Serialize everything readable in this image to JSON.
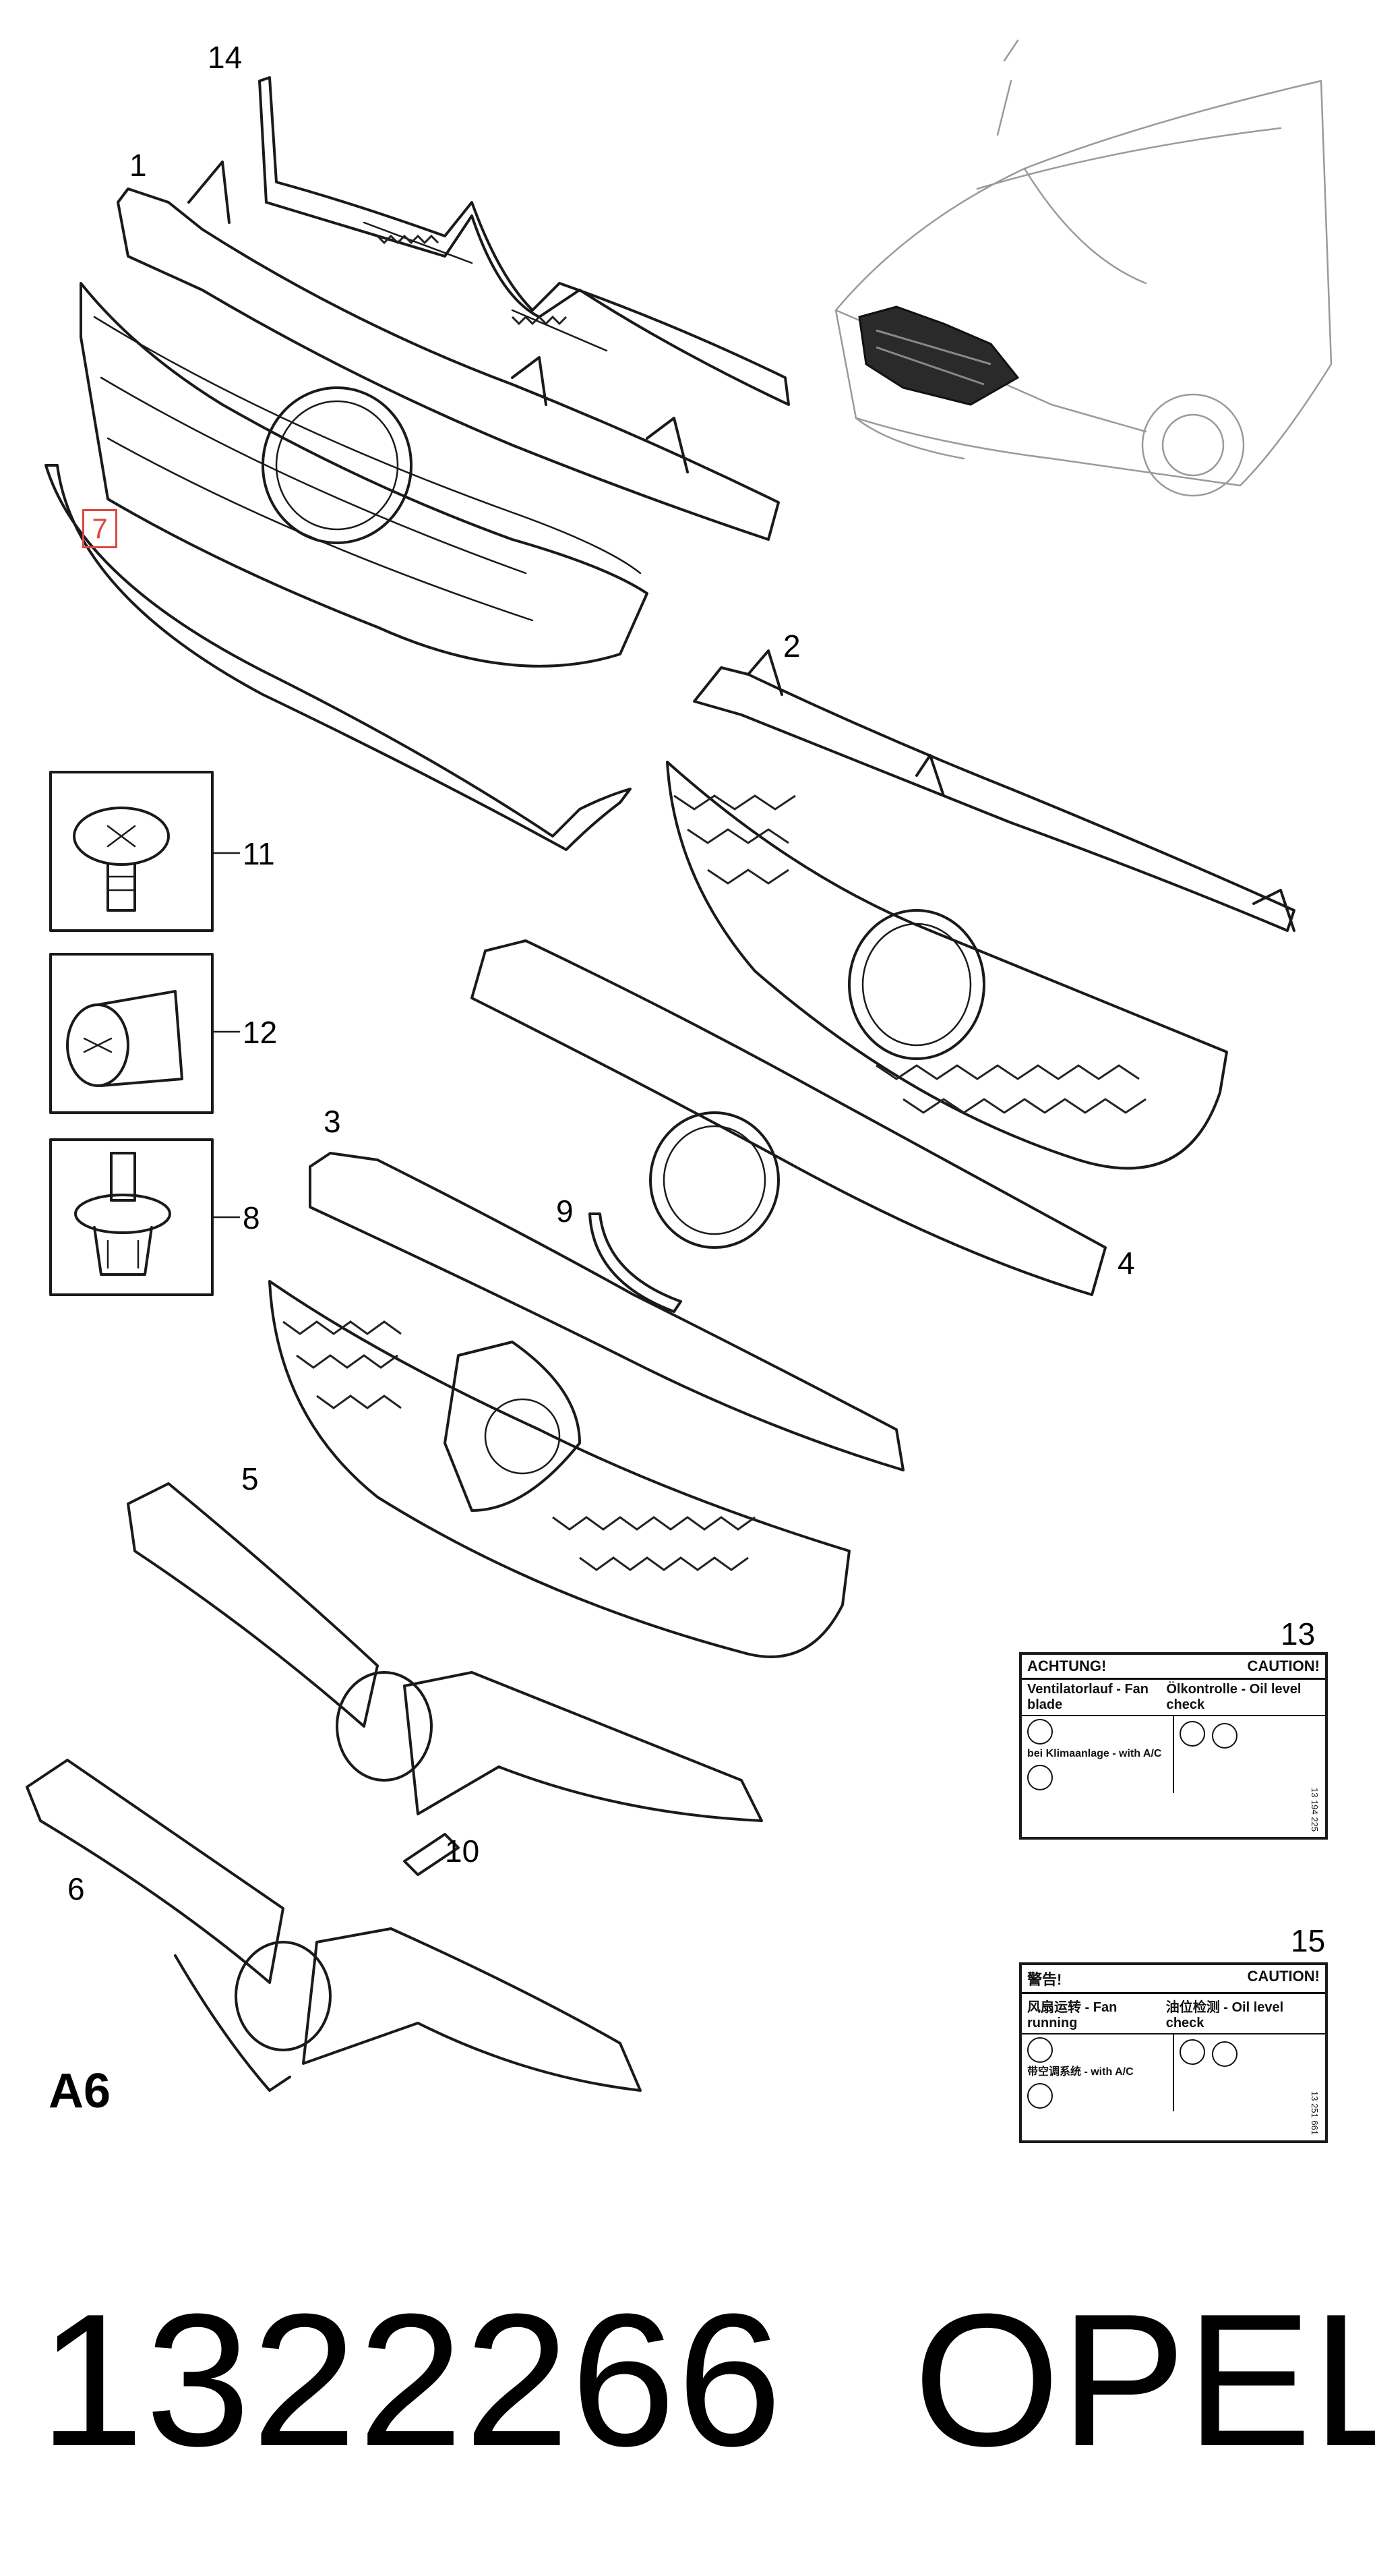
{
  "callouts": {
    "c1": "1",
    "c2": "2",
    "c3": "3",
    "c4": "4",
    "c5": "5",
    "c6": "6",
    "c7": "7",
    "c8": "8",
    "c9": "9",
    "c10": "10",
    "c11": "11",
    "c12": "12",
    "c13": "13",
    "c14": "14",
    "c15": "15"
  },
  "section_code": "A6",
  "part_number": "1322266",
  "brand": "OPEL",
  "highlight_color": "#e0463f",
  "label13": {
    "warning": "ACHTUNG!",
    "caution": "CAUTION!",
    "fan_title": "Ventilatorlauf - Fan blade",
    "oil_title": "Ölkontrolle - Oil level check",
    "ac_title": "bei Klimaanlage - with A/C",
    "code": "13 194 225"
  },
  "label15": {
    "warning": "警告!",
    "caution": "CAUTION!",
    "fan_title": "风扇运转 - Fan running",
    "oil_title": "油位检测 - Oil level check",
    "ac_title": "带空调系统 - with A/C",
    "code": "13 251 661"
  }
}
